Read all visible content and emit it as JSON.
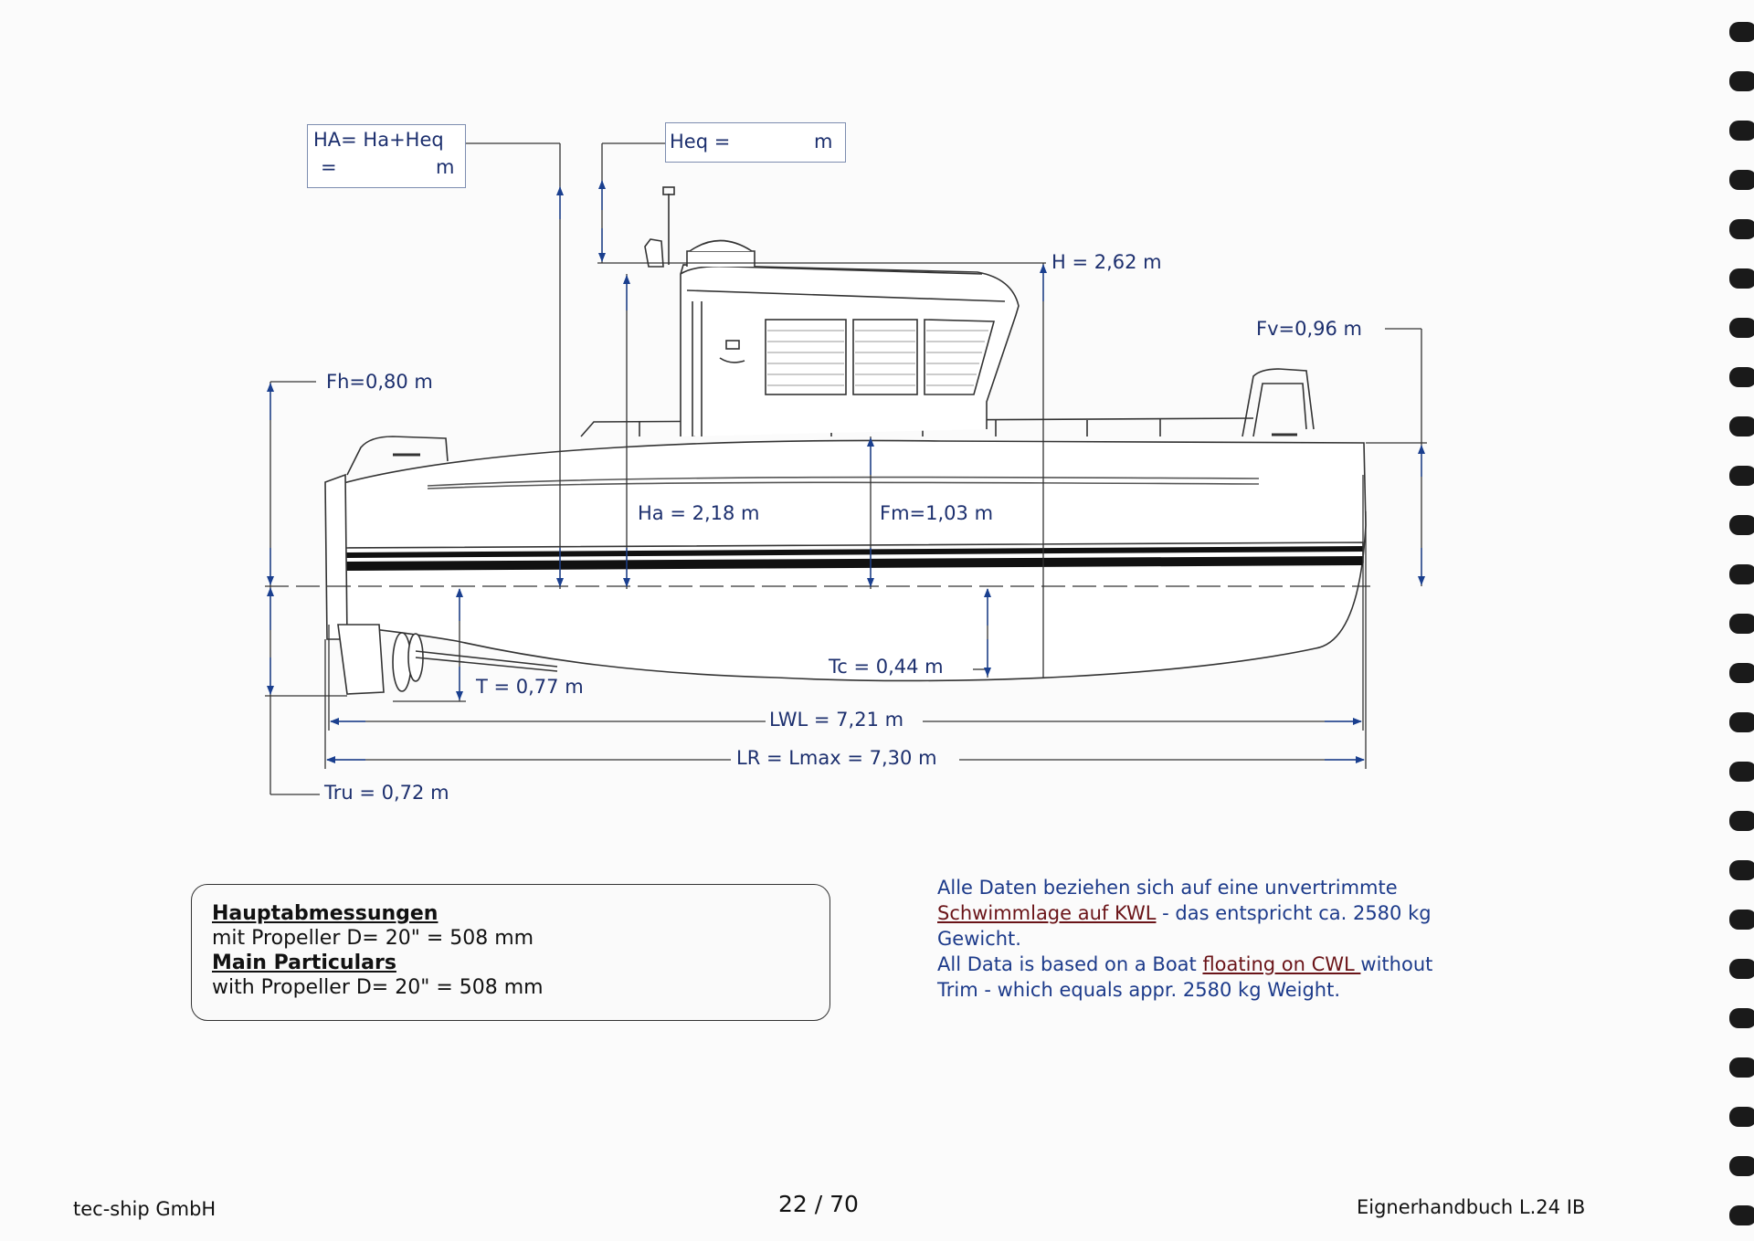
{
  "dimensions": {
    "ha_box_line1": "HA= Ha+Heq",
    "ha_box_eq": "=",
    "ha_box_unit": "m",
    "heq_box_label": "Heq =",
    "heq_box_unit": "m",
    "h": "H = 2,62 m",
    "fv": "Fv=0,96 m",
    "fh": "Fh=0,80 m",
    "ha": "Ha = 2,18 m",
    "fm": "Fm=1,03 m",
    "tc": "Tc = 0,44 m",
    "t": "T = 0,77 m",
    "lwl": "LWL = 7,21 m",
    "lr": "LR = Lmax = 7,30 m",
    "tru": "Tru = 0,72 m"
  },
  "particulars": {
    "title_de": "Hauptabmessungen",
    "line_de": "mit Propeller D= 20\" = 508 mm",
    "title_en": "Main Particulars",
    "line_en": "with Propeller D= 20\" = 508 mm"
  },
  "note": {
    "de_1": "Alle Daten beziehen sich auf eine unvertrimmte",
    "de_2_u": "Schwimmlage auf KWL",
    "de_2_rest": " - das entspricht ca. 2580 kg",
    "de_3": "Gewicht.",
    "en_1a": "All Data is based on a Boat ",
    "en_1_u": "floating on CWL ",
    "en_1b": "without",
    "en_2": "Trim - which equals appr. 2580 kg Weight."
  },
  "footer": {
    "company": "tec-ship GmbH",
    "page": "22 / 70",
    "manual": "Eignerhandbuch L.24 IB"
  },
  "colors": {
    "dimension_blue": "#1c2f6e",
    "arrow_blue": "#1a3f8f",
    "note_blue": "#1c3a8a",
    "underline_red": "#6a1418"
  }
}
